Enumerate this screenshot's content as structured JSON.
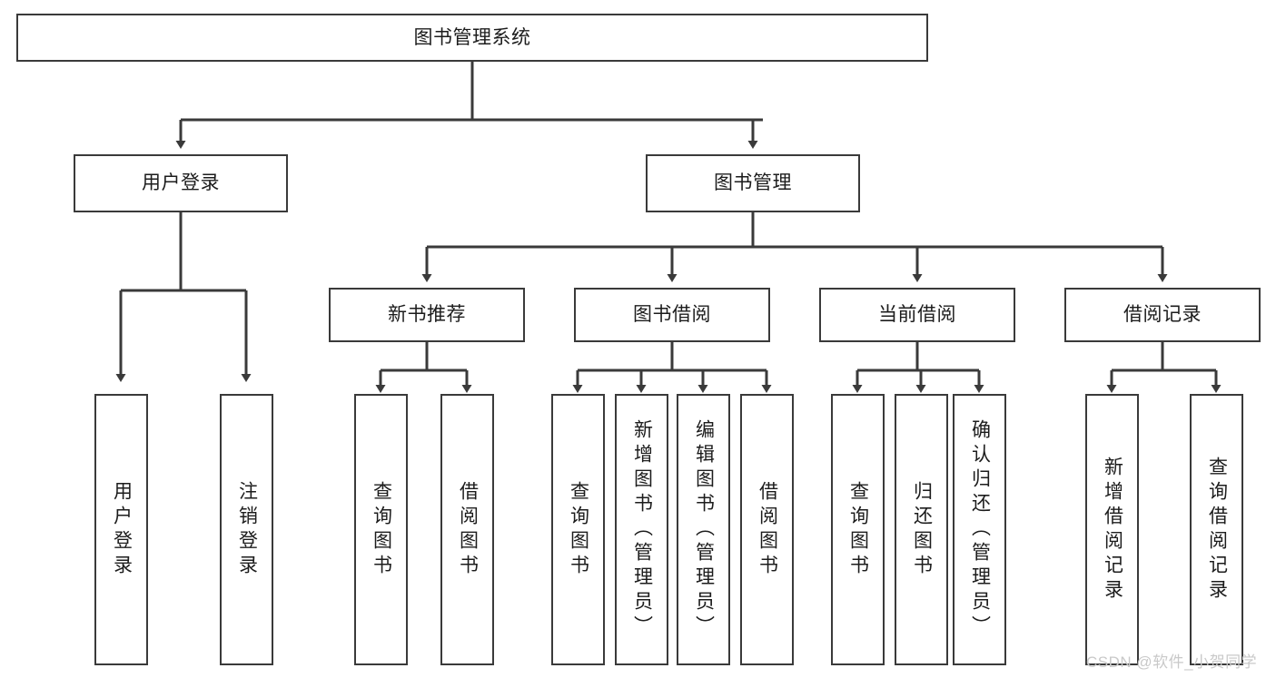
{
  "diagram": {
    "title": "图书管理系统",
    "type": "tree-hierarchy-diagram",
    "colors": {
      "box_border": "#3a3a3a",
      "box_fill": "#ffffff",
      "edge": "#3a3a3a",
      "text": "#1c1c1c",
      "watermark": "#c9c9c9",
      "background": "#ffffff"
    },
    "nodes": {
      "root": {
        "label": "图书管理系统"
      },
      "level2": [
        {
          "id": "user-login",
          "label": "用户登录"
        },
        {
          "id": "book-management",
          "label": "图书管理"
        }
      ],
      "level3": [
        {
          "id": "new-book-recommend",
          "label": "新书推荐"
        },
        {
          "id": "book-borrow",
          "label": "图书借阅"
        },
        {
          "id": "current-borrow",
          "label": "当前借阅"
        },
        {
          "id": "borrow-record",
          "label": "借阅记录"
        }
      ],
      "leaves": {
        "user_login": [
          {
            "id": "leaf-user-login",
            "label": "用户登录"
          },
          {
            "id": "leaf-logout-login",
            "label": "注销登录"
          }
        ],
        "new_book_recommend": [
          {
            "id": "leaf-query-book-1",
            "label": "查询图书"
          },
          {
            "id": "leaf-borrow-book-1",
            "label": "借阅图书"
          }
        ],
        "book_borrow": [
          {
            "id": "leaf-query-book-2",
            "label": "查询图书"
          },
          {
            "id": "leaf-add-book",
            "label": "新增图书（管理员）"
          },
          {
            "id": "leaf-edit-book",
            "label": "编辑图书（管理员）"
          },
          {
            "id": "leaf-borrow-book-2",
            "label": "借阅图书"
          }
        ],
        "current_borrow": [
          {
            "id": "leaf-query-book-3",
            "label": "查询图书"
          },
          {
            "id": "leaf-return-book",
            "label": "归还图书"
          },
          {
            "id": "leaf-confirm-return",
            "label": "确认归还（管理员）"
          }
        ],
        "borrow_record": [
          {
            "id": "leaf-add-borrow-record",
            "label": "新增借阅记录"
          },
          {
            "id": "leaf-query-borrow-record",
            "label": "查询借阅记录"
          }
        ]
      }
    },
    "watermark": "CSDN @软件_小贺同学"
  }
}
